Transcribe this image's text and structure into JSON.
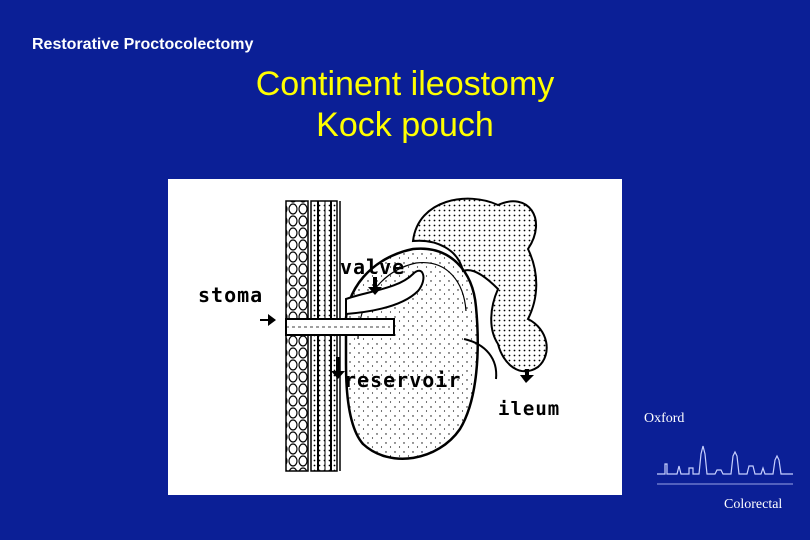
{
  "header": {
    "section_title": "Restorative Proctocolectomy"
  },
  "title": {
    "line1": "Continent ileostomy",
    "line2": "Kock pouch"
  },
  "figure": {
    "labels": {
      "stoma": "stoma",
      "valve": "valve",
      "reservoir": "reservoir",
      "ileum": "ileum"
    }
  },
  "logo": {
    "top": "Oxford",
    "bottom": "Colorectal"
  },
  "colors": {
    "background": "#0b1f96",
    "title": "#ffff00",
    "text": "#ffffff"
  }
}
